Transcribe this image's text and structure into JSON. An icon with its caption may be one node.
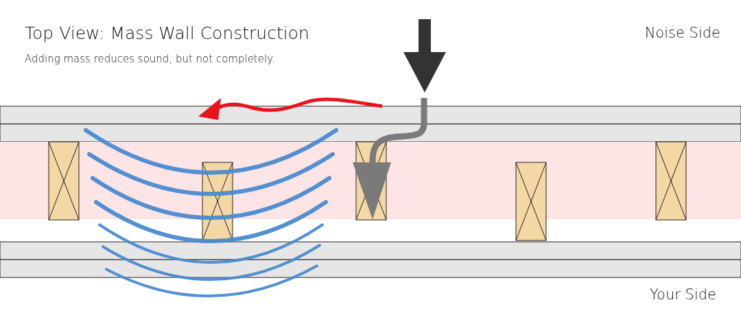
{
  "diagram": {
    "title": "Top View: Mass Wall Construction",
    "labels": [
      "Adding mass reduces sound, but not completely.",
      "Noise Side",
      "Your Side"
    ]
  }
}
